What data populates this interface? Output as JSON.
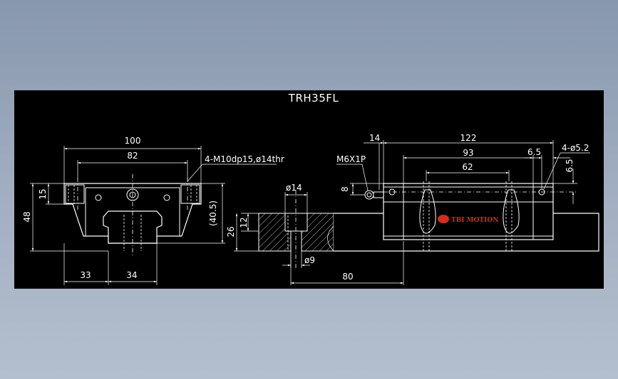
{
  "title": "TRH35FL",
  "colors": {
    "background": "#000000",
    "line": "#ffffff",
    "logo": "#d62b1f",
    "window": "#8f9db3"
  },
  "end_view": {
    "dims": {
      "width_overall": "100",
      "width_mount": "82",
      "height_overall": "48",
      "height_top": "15",
      "height_ref": "(40.5)",
      "bottom_left": "33",
      "bottom_right": "34"
    },
    "callout_holes": "4-M10dp15,ø14thr"
  },
  "rail_section": {
    "dims": {
      "counterbore": "ø14",
      "hole": "ø9",
      "height_12": "12",
      "height_26": "26",
      "pitch": "80"
    }
  },
  "side_view": {
    "dims": {
      "length_overall": "122",
      "length_body": "93",
      "length_holes": "62",
      "offset_end": "14",
      "offset_top": "6.5",
      "offset_side": "6.5",
      "nipple_height": "8"
    },
    "callout_nipple": "M6X1P",
    "callout_holes": "4-ø5.2",
    "logo_text": "TBI MOTION"
  }
}
